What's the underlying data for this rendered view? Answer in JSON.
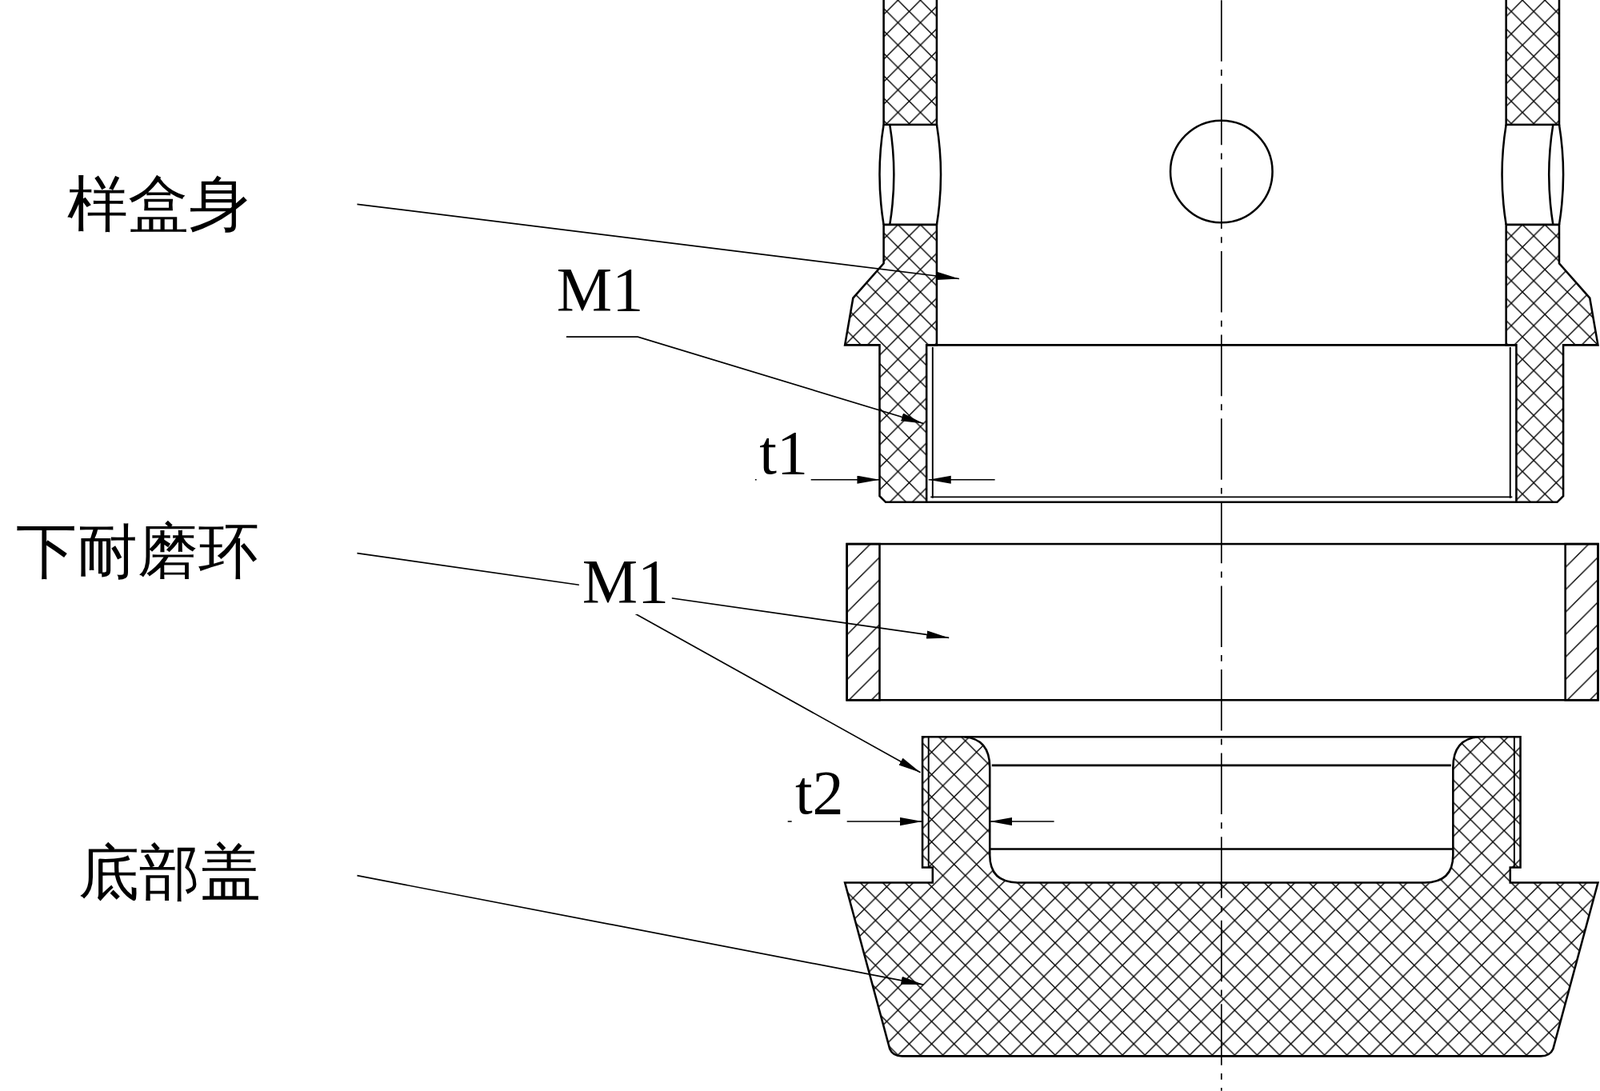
{
  "diagram": {
    "labels": [
      "样盒身",
      "M1",
      "t1",
      "下耐磨环",
      "M1",
      "t2",
      "底部盖"
    ]
  }
}
